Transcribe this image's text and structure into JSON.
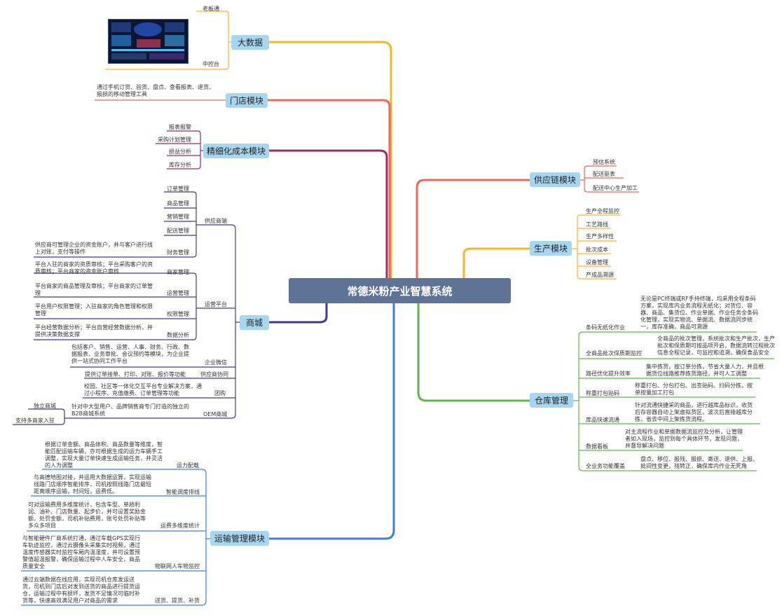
{
  "root": {
    "title": "常德米粉产业智慧系统"
  },
  "left": {
    "bigdata": {
      "label": "大数据",
      "items": [
        "老板通",
        "中控台"
      ]
    },
    "store": {
      "label": "门店模块",
      "desc": "通过手机订货、验货、盘点、查看报表、退货、报损的移动管理工具"
    },
    "cost": {
      "label": "精细化成本模块",
      "items": [
        "报表报警",
        "采购计划管理",
        "损益分析",
        "库存分析"
      ]
    },
    "mall": {
      "label": "商城",
      "supply": {
        "label": "供应商端",
        "items": [
          "订单管理",
          "商品管理",
          "营销管理",
          "配送管理",
          "财务管理"
        ],
        "finance_desc": "供应商可管理企业的资金账户，并与客户进行线上对账，支付等操作"
      },
      "ops": {
        "label": "运营平台",
        "items": [
          {
            "name": "商家管理",
            "desc": "平台入驻的商家的资质审核；平台采购客户的资质审核；平台商家的资金账户审核"
          },
          {
            "name": "运营管理",
            "desc": "平台商家的商品管理及审核；平台商家的订单管理"
          },
          {
            "name": "权限管理",
            "desc": "平台用户权限管理；入驻商家的角色管理和权限管理"
          },
          {
            "name": "数据分析",
            "desc": "平台经营数据分析；平台自营经营数据分析，并提供决策数据支撑"
          }
        ]
      },
      "wechat": {
        "name": "企业微信",
        "desc": "包括客户、销售、运营、人事、财务、行政、数据报表、业务审批、会议预约等模块，为企业提供一站式协同工作平台"
      },
      "collab": {
        "name": "供应商协同",
        "desc": "提供订单接单、打印、对账、报价等功能"
      },
      "applet": {
        "name": "团购",
        "desc": "校园、社区等一体化交互平台专业解决方案，通过小程序、充值缴费、订单管理等功能"
      },
      "oem": {
        "name": "OEM商城",
        "desc": "针对中大型用户、品牌销售商专门打造的独立的B2B商城系统",
        "items": [
          "独立商城",
          "支持多商家入驻"
        ]
      }
    },
    "transport": {
      "label": "运输管理模块",
      "items": [
        {
          "name": "运力配载",
          "desc": "根据订单金额、商品体积、商品数量等维度，智能匹配运输车辆，亦可根据生成的运力车辆手工调整，实现大量订单快速生成运输任务，并灵活的人为调整"
        },
        {
          "name": "智能调度排线",
          "desc": "与高德地图对接，并运用大数据运算，实现运输线路门店顺序智能排序，司机按照线路门店最短距离顺序运输，时间短，运费低。"
        },
        {
          "name": "运费多维度统计",
          "desc": "可对运输费用多维度统计，包含车型、单趟利润、油补、门店数量、起步价，并可设置奖励金额，处罚金额，司机补贴费用，账号处罚补贴等多众多项目"
        },
        {
          "name": "物联网人车物监控",
          "desc": "与智能硬件厂商系统打通，通过车载GPS实现行车轨迹监控，通过云摄像头采集实时视频，通过温度传感器实时监控车厢内温湿度，并可设置预警值超温报警，确保运输过程中人车安全，商品质量安全"
        },
        {
          "name": "送货、提货、补货",
          "desc": "通过云端数据在线应用，实现司机仓库发运送货，司机到门店后对发到送货的商品进行提货运仓，运输过程中有损坏，发货不足情况可临时补货等，快速高效满足用户对商品的需求"
        }
      ]
    }
  },
  "right": {
    "supplychain": {
      "label": "供应链模块",
      "items": [
        "预估系统",
        "配送驱表",
        "配送中心生产加工"
      ]
    },
    "production": {
      "label": "生产模块",
      "items": [
        "生产全程监控",
        "工艺路线",
        "生产多样性",
        "批次成本",
        "设备管理",
        "产成品溯源"
      ]
    },
    "warehouse": {
      "label": "仓库管理",
      "items": [
        {
          "name": "条码无纸化作业",
          "desc": "无论是PC终端或RF手持终端，均采用全程条码方案，实现库内业务流程无纸化；对货位、容器、商品、集货位、作业单据、作业任务全条码化管理，实现实物流、单据流、数据流同步统一，库存准确，商品可溯源"
        },
        {
          "name": "全商品批次保质期监控",
          "desc": "全商品的批次管理，系统批次和生产批次，生产批次和保质期可按品项开启，数据流转过程批次信息全程记录，可监控和追溯，确保食品安全"
        },
        {
          "name": "路径优化提升效率",
          "desc": "集中拣货，按订单分拣，节省大量人力，并且根据货位线路推荐拣货路径，并可人工调整"
        },
        {
          "name": "称重打包贴码",
          "desc": "称重打包、分包打包、出签贴码、扫码分拣，按单按量加工打包"
        },
        {
          "name": "库品快速流通",
          "desc": "针对流通快捷采的商品，进行越库品标识，收货后存容器自动上架虚拟货区，波次后直接越库分拣，省去中间上架拣货流程。"
        },
        {
          "name": "数据看板",
          "desc": "对主流程作业和单据数据流监控及分析，让管理者如入现场，监控到每个具体环节，发现问题，并督导解决问题"
        },
        {
          "name": "全业务功能覆盖",
          "desc": "盘点、移位、报残、报损、寄送、退供、上报、批间性变更，残转正，确保库内作业无死角"
        }
      ]
    }
  },
  "colors": {
    "root": "#5e7396",
    "node": "#a7d7f0",
    "bigdata": "#f5b72a",
    "store": "#e86a5c",
    "cost": "#9b2a67",
    "mall": "#45388a",
    "transport": "#3f7fd8",
    "supplychain": "#e86a5c",
    "production": "#f5b72a",
    "warehouse": "#62b44f"
  }
}
